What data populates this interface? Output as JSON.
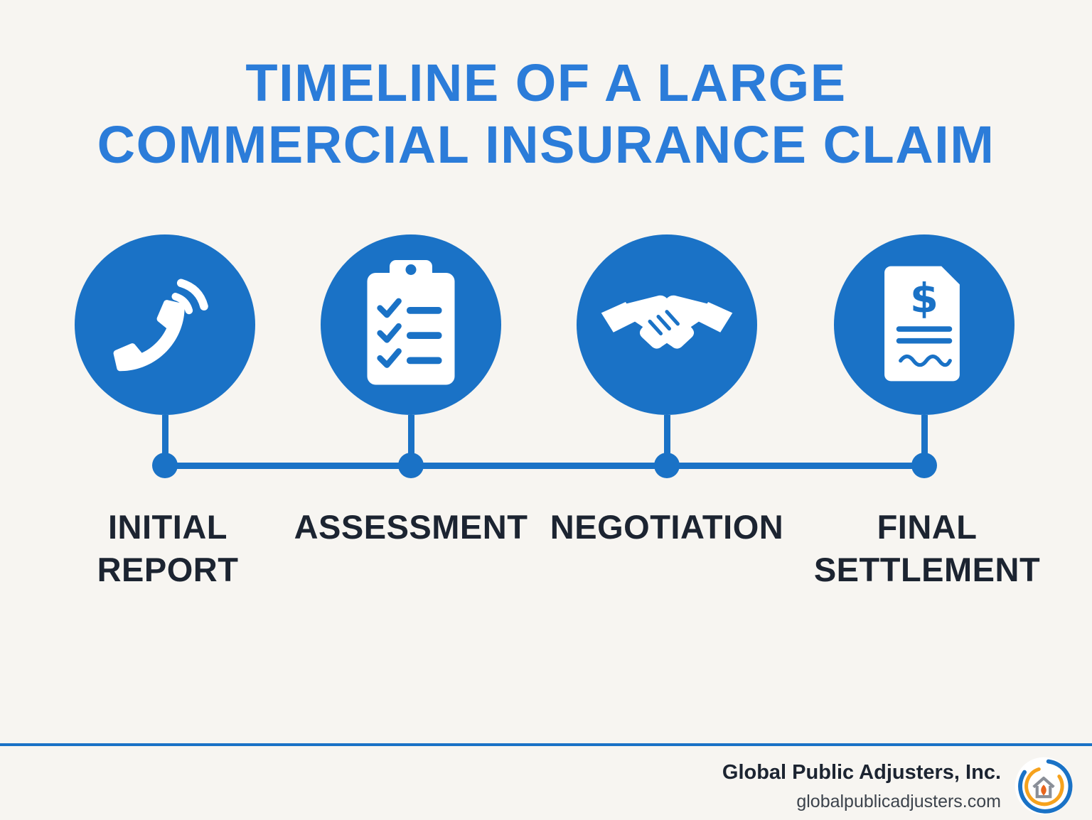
{
  "title": {
    "line1": "TIMELINE OF A LARGE",
    "line2": "COMMERCIAL INSURANCE CLAIM"
  },
  "steps": [
    {
      "label": "INITIAL\nREPORT",
      "icon": "phone-icon"
    },
    {
      "label": "ASSESSMENT",
      "icon": "clipboard-checklist-icon"
    },
    {
      "label": "NEGOTIATION",
      "icon": "handshake-icon"
    },
    {
      "label": "FINAL\nSETTLEMENT",
      "icon": "dollar-document-icon"
    }
  ],
  "footer": {
    "company": "Global Public Adjusters, Inc.",
    "website": "globalpublicadjusters.com"
  },
  "colors": {
    "primary_blue": "#1a72c6",
    "title_blue": "#2b7cd9",
    "label_dark": "#1c2431",
    "background": "#f7f5f1"
  }
}
